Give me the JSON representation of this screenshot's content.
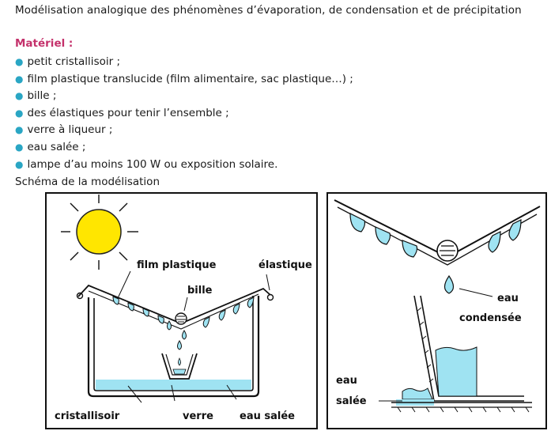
{
  "title": "Modélisation analogique des phénomènes d’évaporation, de condensation et de précipitation",
  "materiel": {
    "heading": "Matériel :",
    "items": [
      "petit cristallisoir ;",
      "film plastique translucide (film alimentaire, sac plastique…) ;",
      "bille ;",
      "des élastiques pour tenir l’ensemble ;",
      "verre à liqueur ;",
      "eau salée ;",
      "lampe d’au moins 100 W ou exposition solaire."
    ]
  },
  "schema": {
    "caption": "Schéma de la modélisation",
    "left": {
      "labels": {
        "film": "film plastique",
        "elastique": "élastique",
        "bille": "bille",
        "cristallisoir": "cristallisoir",
        "verre": "verre",
        "eau_salee": "eau salée"
      }
    },
    "right": {
      "labels": {
        "eau_condensee_1": "eau",
        "eau_condensee_2": "condensée",
        "eau_salee_1": "eau",
        "eau_salee_2": "salée"
      }
    }
  },
  "colors": {
    "accent": "#c4316b",
    "bullet": "#2aa6c4",
    "water": "#9fe3f2",
    "sun": "#ffe600"
  }
}
